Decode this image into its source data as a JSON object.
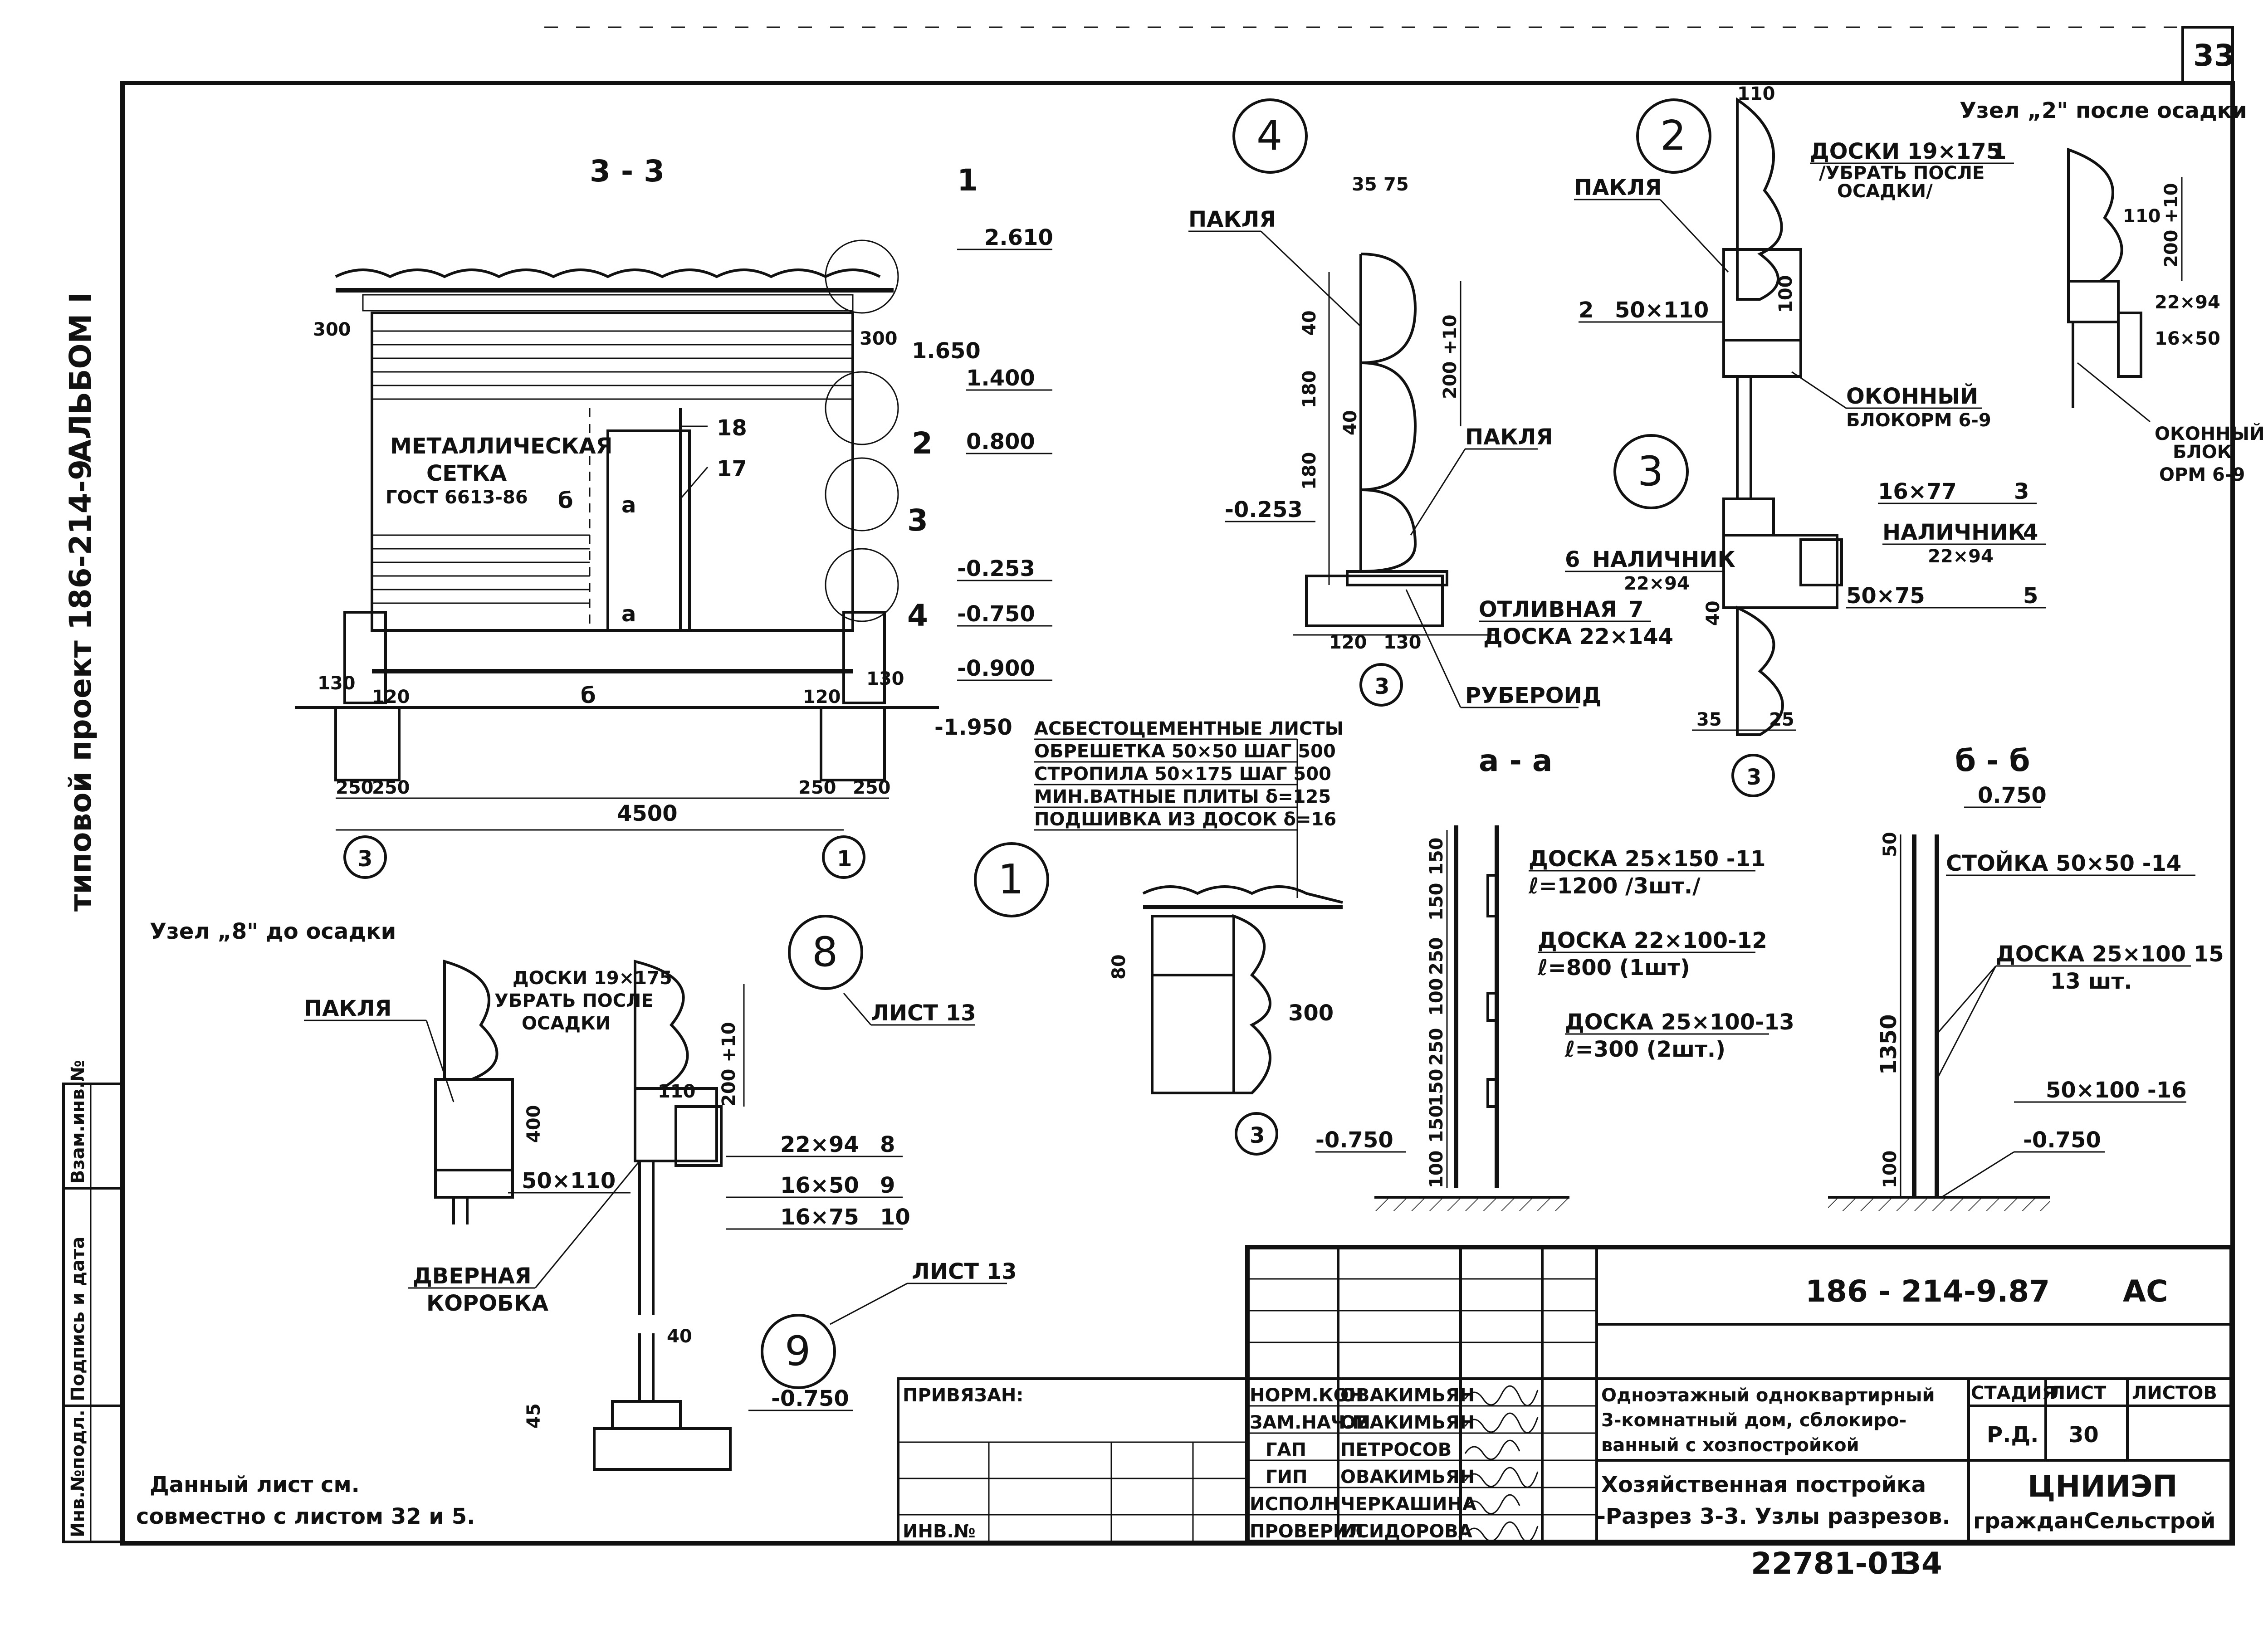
{
  "sheet": {
    "number": "33",
    "album": "АЛЬБОМ I",
    "project": "типовой проект 186-214-9",
    "note_line1": "Данный лист см.",
    "note_line2": "совместно с листом 32 и 5.",
    "footer_code": "22781-01",
    "footer_page": "34"
  },
  "stamp": {
    "cell1": "Инв.№подл.",
    "cell2": "Подпись и дата",
    "cell3": "Взам.инв.№"
  },
  "section_33": {
    "title": "3 - 3",
    "mesh_1": "МЕТАЛЛИЧЕСКАЯ",
    "mesh_2": "СЕТКА",
    "mesh_3": "ГОСТ 6613-86",
    "elev": [
      "2.610",
      "1.650",
      "1.400",
      "0.800",
      "-0.253",
      "-0.750",
      "-0.900",
      "-1.950"
    ],
    "dims": [
      "300",
      "300",
      "130",
      "120",
      "120",
      "130",
      "250",
      "250",
      "250",
      "250",
      "4500"
    ],
    "callouts": [
      "1",
      "2",
      "3",
      "4",
      "17",
      "18"
    ],
    "axes": [
      "3",
      "1"
    ],
    "cut_marks": [
      "б",
      "а",
      "а",
      "б"
    ]
  },
  "node4": {
    "num": "4",
    "labels": [
      "ПАКЛЯ",
      "ПАКЛЯ",
      "ОТЛИВНАЯ",
      "7",
      "ДОСКА 22×144",
      "РУБЕРОИД"
    ],
    "dims": [
      "35",
      "75",
      "40",
      "180",
      "40",
      "180",
      "200 +10",
      "120",
      "130"
    ],
    "elev": "-0.253",
    "axis": "3"
  },
  "node2": {
    "num": "2",
    "title": "Узел „2\" после осадки",
    "labels": [
      "ДОСКИ 19×175",
      "1",
      "/УБРАТЬ ПОСЛЕ",
      "ОСАДКИ/",
      "ПАКЛЯ",
      "2",
      "50×110",
      "ОКОННЫЙ",
      "БЛОКОРМ 6-9"
    ],
    "dims": [
      "110",
      "100",
      "110",
      "200 +10",
      "22×94",
      "16×50"
    ],
    "window": [
      "ОКОННЫЙ",
      "БЛОК",
      "ОРМ 6-9"
    ]
  },
  "node3": {
    "num": "3",
    "labels": [
      "16×77",
      "3",
      "НАЛИЧНИК",
      "4",
      "22×94",
      "6",
      "НАЛИЧНИК",
      "22×94",
      "50×75",
      "5"
    ],
    "dims": [
      "40",
      "35",
      "25"
    ],
    "axis": "3"
  },
  "node1": {
    "num": "1",
    "layers": [
      "АСБЕСТОЦЕМЕНТНЫЕ ЛИСТЫ",
      "ОБРЕШЕТКА 50×50 ШАГ 500",
      "СТРОПИЛА 50×175 ШАГ 500",
      "МИН.ВАТНЫЕ ПЛИТЫ δ=125",
      "ПОДШИВКА ИЗ ДОСОК δ=16"
    ],
    "dims": [
      "80",
      "300"
    ],
    "axis": "3"
  },
  "node8": {
    "num": "8",
    "title": "Узел „8\" до осадки",
    "ref": "ЛИСТ 13",
    "labels": [
      "ДОСКИ 19×175",
      "УБРАТЬ ПОСЛЕ",
      "ОСАДКИ",
      "ПАКЛЯ",
      "50×110",
      "22×94",
      "8",
      "16×50",
      "9",
      "16×75",
      "10",
      "ДВЕРНАЯ",
      "КОРОБКА"
    ],
    "dims": [
      "400",
      "110",
      "200 +10"
    ]
  },
  "node9": {
    "num": "9",
    "ref": "ЛИСТ 13",
    "elev": "-0.750",
    "dims": [
      "40",
      "45"
    ]
  },
  "section_aa": {
    "title": "а - а",
    "labels": [
      "ДОСКА 25×150 -11",
      "ℓ=1200 /3шт./",
      "ДОСКА 22×100-12",
      "ℓ=800 (1шт)",
      "ДОСКА 25×100-13",
      "ℓ=300 (2шт.)"
    ],
    "dims": [
      "150",
      "150",
      "250",
      "100",
      "250",
      "150",
      "150",
      "100"
    ],
    "elev": "-0.750"
  },
  "section_bb": {
    "title": "б - б",
    "labels": [
      "СТОЙКА 50×50 -14",
      "ДОСКА 25×100 15",
      "13 шт.",
      "50×100 -16"
    ],
    "dims": [
      "50",
      "1350",
      "100"
    ],
    "elev_top": "0.750",
    "elev_bot": "-0.750"
  },
  "title_block": {
    "code": "186 - 214-9.87",
    "mark": "АС",
    "privyazan": "ПРИВЯЗАН:",
    "inv": "ИНВ.№",
    "roles": [
      "НОРМ.КОН",
      "ЗАМ.НАЧ.М",
      "ГАП",
      "ГИП",
      "ИСПОЛН",
      "ПРОВЕРИЛ"
    ],
    "names": [
      "ОВАКИМЬЯН",
      "ОВАКИМЬЯН",
      "ПЕТРОСОВ",
      "ОВАКИМЬЯН",
      "ЧЕРКАШИНА",
      "ИСИДОРОВА"
    ],
    "desc_1": "Одноэтажный одноквартирный",
    "desc_2": "3-комнатный дом, сблокиро-",
    "desc_3": "ванный с хозпостройкой",
    "sub_1": "Хозяйственная постройка",
    "sub_2": "-Разрез 3-3. Узлы разрезов.",
    "h_stage": "СТАДИЯ",
    "h_sheet": "ЛИСТ",
    "h_sheets": "ЛИСТОВ",
    "stage": "Р.Д.",
    "sheet": "30",
    "org_1": "ЦНИИЭП",
    "org_2": "гражданСельстрой"
  }
}
